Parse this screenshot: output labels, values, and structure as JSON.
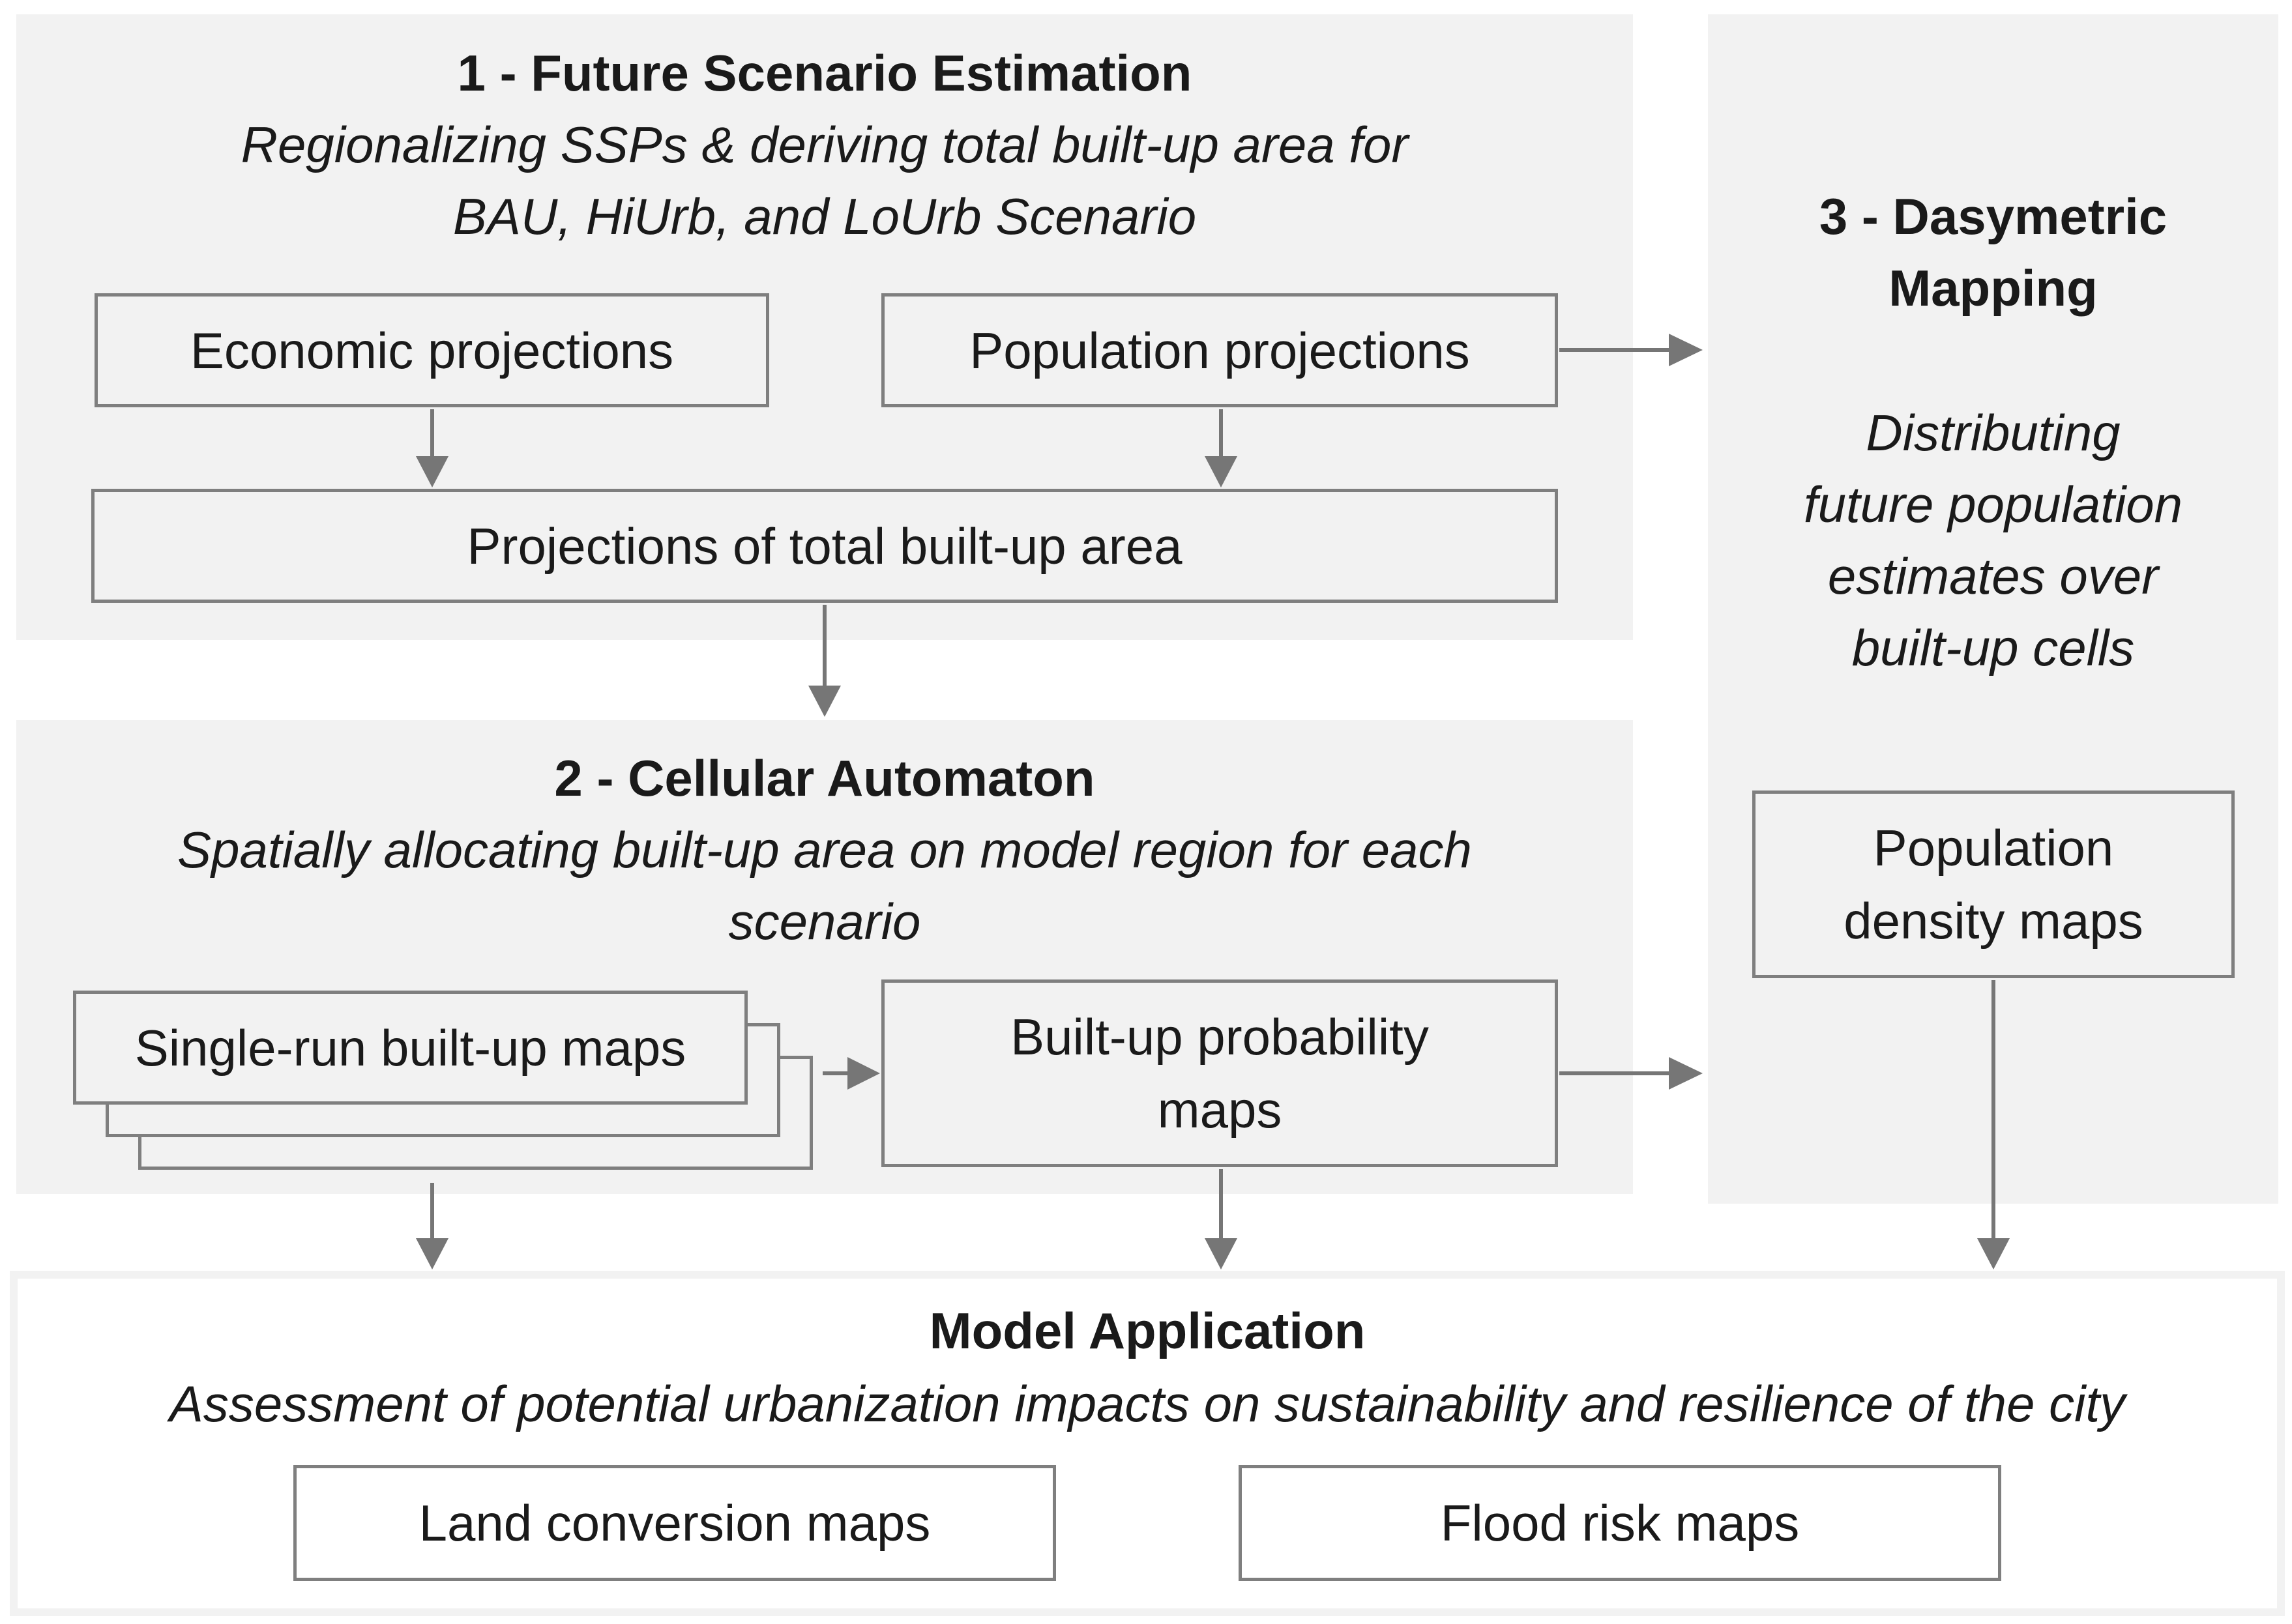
{
  "section1": {
    "title": "1 - Future Scenario Estimation",
    "subtitle_line1": "Regionalizing SSPs & deriving total built-up area for",
    "subtitle_line2": "BAU, HiUrb, and LoUrb Scenario",
    "economic": "Economic projections",
    "population": "Population projections",
    "builtup_total": "Projections of total built-up area"
  },
  "section2": {
    "title": "2 - Cellular Automaton",
    "subtitle_line1": "Spatially allocating built-up area on model region for each",
    "subtitle_line2": "scenario",
    "single_run": "Single-run built-up maps",
    "probability_line1": "Built-up probability",
    "probability_line2": "maps"
  },
  "section3": {
    "title_line1": "3 - Dasymetric",
    "title_line2": "Mapping",
    "desc_line1": "Distributing",
    "desc_line2": "future population",
    "desc_line3": "estimates over",
    "desc_line4": "built-up cells",
    "density_line1": "Population",
    "density_line2": "density maps"
  },
  "application": {
    "title": "Model Application",
    "subtitle": "Assessment of potential urbanization impacts on sustainability and resilience of the city",
    "land_conversion": "Land conversion maps",
    "flood_risk": "Flood risk maps"
  },
  "colors": {
    "panel_fill": "#f2f2f2",
    "box_border": "#7f7f7f",
    "arrow": "#767676"
  }
}
